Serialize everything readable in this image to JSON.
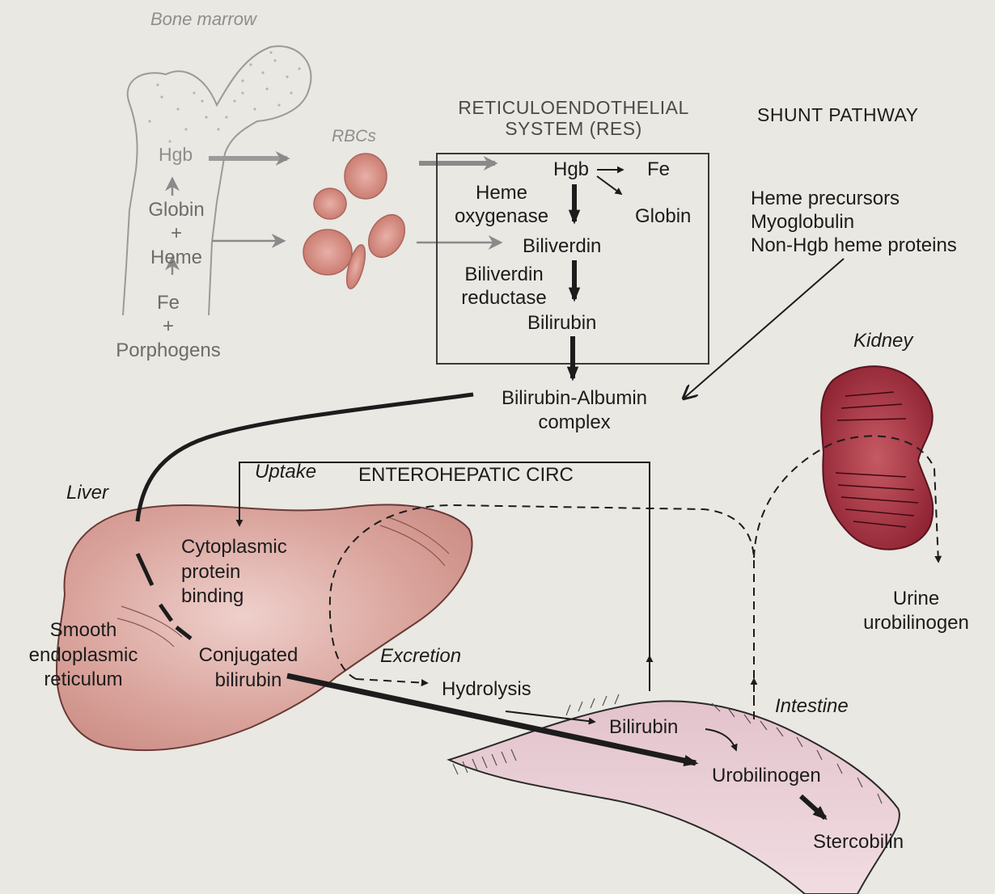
{
  "labels": {
    "bone_marrow": "Bone marrow",
    "hgb_marrow": "Hgb",
    "globin_heme": "Globin\n+\nHeme",
    "fe_porphogens": "Fe\n+\nPorphogens",
    "rbcs": "RBCs",
    "res_title": "RETICULOENDOTHELIAL\nSYSTEM (RES)",
    "res_hgb": "Hgb",
    "res_fe": "Fe",
    "res_globin": "Globin",
    "heme_oxygenase": "Heme\noxygenase",
    "biliverdin": "Biliverdin",
    "biliverdin_reductase": "Biliverdin\nreductase",
    "res_bilirubin": "Bilirubin",
    "shunt_title": "SHUNT PATHWAY",
    "shunt_items": "Heme precursors\nMyoglobulin\nNon-Hgb heme proteins",
    "bili_albumin": "Bilirubin-Albumin\ncomplex",
    "kidney": "Kidney",
    "urine": "Urine\nurobilinogen",
    "liver": "Liver",
    "uptake": "Uptake",
    "enterohepatic": "ENTEROHEPATIC CIRC",
    "cyto": "Cytoplasmic\nprotein\nbinding",
    "smooth_er": "Smooth\nendoplasmic\nreticulum",
    "conjugated": "Conjugated\nbilirubin",
    "excretion": "Excretion",
    "hydrolysis": "Hydrolysis",
    "intestine": "Intestine",
    "int_bilirubin": "Bilirubin",
    "urobilinogen": "Urobilinogen",
    "stercobilin": "Stercobilin"
  },
  "colors": {
    "background": "#e9e8e2",
    "text": "#1c1c1c",
    "faint_text": "#8e8e8e",
    "liver_fill": "#d39a92",
    "intestine_fill": "#e8c9d0",
    "kidney_fill": "#b73e4b",
    "rbc_fill": "#d48f84"
  }
}
